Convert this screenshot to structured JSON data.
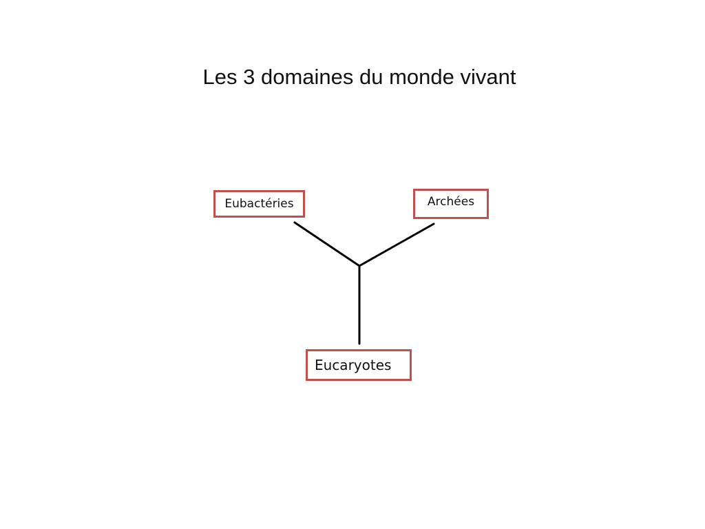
{
  "slide": {
    "title": "Les 3 domaines du monde vivant"
  },
  "diagram": {
    "type": "tree",
    "nodes": [
      {
        "id": "eubacteries",
        "label": "Eubactéries"
      },
      {
        "id": "archees",
        "label": "Archées"
      },
      {
        "id": "eucaryotes",
        "label": "Eucaryotes"
      }
    ],
    "edges": [
      {
        "from": "root",
        "to": "eubacteries"
      },
      {
        "from": "root",
        "to": "archees"
      },
      {
        "from": "root",
        "to": "eucaryotes"
      }
    ],
    "box_border_color": "#c0504d",
    "line_color": "#000000"
  }
}
